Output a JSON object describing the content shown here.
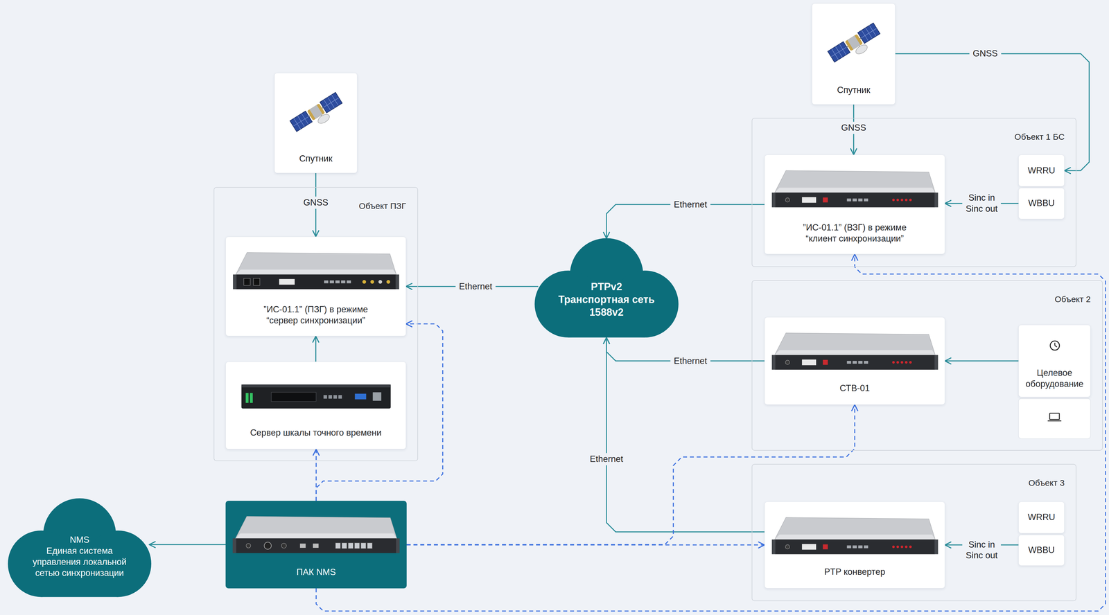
{
  "diagram": {
    "nodes": [
      {
        "text": [
          "Спутник"
        ]
      },
      {
        "text": [
          "Объект ПЗГ"
        ]
      },
      {
        "text": [
          "”ИС-01.1” (ПЗГ) в режиме “сервер синхронизации”"
        ],
        "in": 1
      },
      {
        "text": [
          "Сервер шкалы точного времени"
        ],
        "in": 1
      },
      {
        "text": [
          "PTPv2 Транспортная сеть 1588v2"
        ]
      },
      {
        "text": [
          "Спутник"
        ]
      },
      {
        "text": [
          "Объект 1 БС"
        ]
      },
      {
        "text": [
          "”ИС-01.1” (ВЗГ) в режиме “клиент синхронизации”"
        ],
        "in": 6
      },
      {
        "text": [
          "WRRU"
        ],
        "in": 6
      },
      {
        "text": [
          "WBBU"
        ],
        "in": 6
      },
      {
        "text": [
          "Объект 2"
        ]
      },
      {
        "text": [
          "СТВ-01"
        ],
        "in": 10
      },
      {
        "text": [
          "Целевое оборудование"
        ],
        "in": 10
      },
      {
        "text": [
          "Объект 3"
        ]
      },
      {
        "text": [
          "PTP конвертер"
        ],
        "in": 13
      },
      {
        "text": [
          "WRRU"
        ],
        "in": 13
      },
      {
        "text": [
          "WBBU"
        ],
        "in": 13
      },
      {
        "text": [
          "ПАК NMS"
        ]
      },
      {
        "text": [
          "NMS",
          "Единая система управления локальной сетью синхронизации"
        ]
      }
    ],
    "edges": [
      {
        "from": 0,
        "to": 2,
        "label": "GNSS",
        "arrow": "to"
      },
      {
        "from": 3,
        "to": 2,
        "arrow": "to"
      },
      {
        "from": 4,
        "to": 2,
        "label": "Ethernet",
        "arrow": "to"
      },
      {
        "from": 5,
        "to": 7,
        "label": "GNSS",
        "arrow": "to"
      },
      {
        "from": 5,
        "to": 8,
        "label": "GNSS",
        "arrow": "to"
      },
      {
        "from": 7,
        "to": 4,
        "label": "Ethernet",
        "arrow": "to"
      },
      {
        "from": 9,
        "to": 7,
        "label": "Sinc in Sinc out",
        "arrow": "to"
      },
      {
        "from": 11,
        "to": 4,
        "label": "Ethernet",
        "arrow": "to"
      },
      {
        "from": 12,
        "to": 11,
        "arrow": "to"
      },
      {
        "from": 14,
        "to": 4,
        "label": "Ethernet",
        "arrow": "to"
      },
      {
        "from": 16,
        "to": 14,
        "label": "Sinc in Sinc out",
        "arrow": "to"
      },
      {
        "from": 17,
        "to": 18,
        "arrow": "to"
      },
      {
        "from": 17,
        "to": 3,
        "arrow": "to"
      },
      {
        "from": 17,
        "to": 2,
        "arrow": "to"
      },
      {
        "from": 17,
        "to": 11,
        "arrow": "to"
      },
      {
        "from": 17,
        "to": 14,
        "arrow": "to"
      },
      {
        "from": 17,
        "to": 7,
        "arrow": "to"
      }
    ]
  }
}
